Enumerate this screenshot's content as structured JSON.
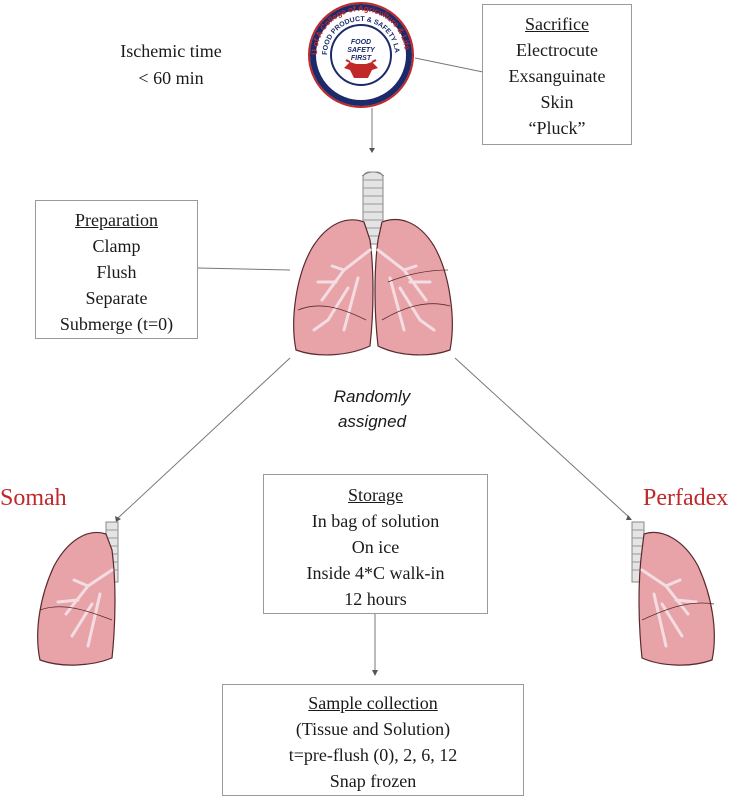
{
  "ischemic_time": [
    "Ischemic time",
    "< 60 min"
  ],
  "logo": {
    "ring_text": "U of A College of Agriculture & Life Science",
    "ring_text_2": "FOOD PRODUCT & SAFETY LAB",
    "center_text": [
      "FOOD",
      "SAFETY",
      "FIRST"
    ],
    "colors": {
      "ring": "#1b2a6b",
      "accent": "#c0282a"
    }
  },
  "sacrifice": {
    "title": "Sacrifice",
    "steps": [
      "Electrocute",
      "Exsanguinate",
      "Skin",
      "“Pluck”"
    ]
  },
  "preparation": {
    "title": "Preparation",
    "steps": [
      "Clamp",
      "Flush",
      "Separate",
      "Submerge (t=0)"
    ]
  },
  "randomly_assigned": [
    "Randomly",
    "assigned"
  ],
  "groups": {
    "left": "Somah",
    "right": "Perfadex"
  },
  "storage": {
    "title": "Storage",
    "lines": [
      "In bag of solution",
      "On ice",
      "Inside 4*C walk-in",
      "12 hours"
    ]
  },
  "sample_collection": {
    "title": "Sample collection",
    "lines": [
      "(Tissue and Solution)",
      "t=pre-flush (0), 2, 6, 12",
      "Snap frozen"
    ]
  },
  "colors": {
    "lung_fill": "#e8a3a8",
    "lung_stroke": "#5a2a2e",
    "vessel": "#f4dde2",
    "trachea": "#e0e0e0",
    "group_label": "#c0282a"
  }
}
